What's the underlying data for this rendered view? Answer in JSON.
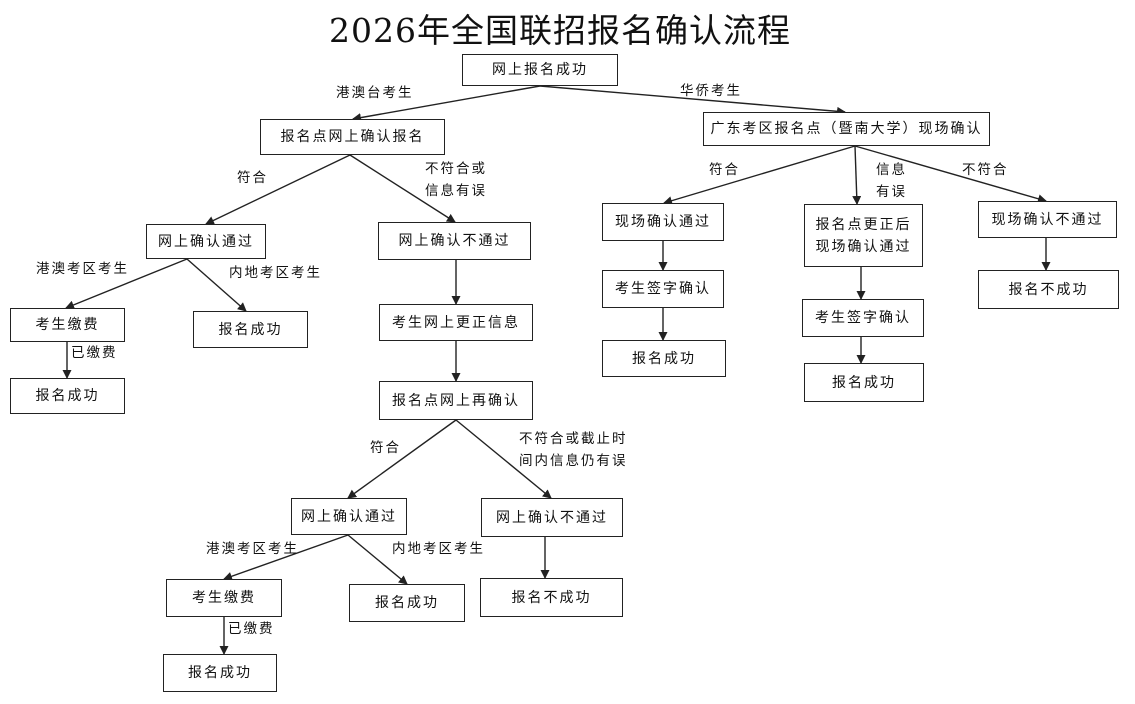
{
  "title": "2026年全国联招报名确认流程",
  "boxes": {
    "root": "网上报名成功",
    "online_confirm": "报名点网上确认报名",
    "gd_confirm": "广东考区报名点（暨南大学）现场确认",
    "pass1": "网上确认通过",
    "fail1": "网上确认不通过",
    "pay1": "考生缴费",
    "succ_mainland1": "报名成功",
    "succ_pay1": "报名成功",
    "correct": "考生网上更正信息",
    "reconfirm": "报名点网上再确认",
    "pass2": "网上确认通过",
    "fail2": "网上确认不通过",
    "pay2": "考生缴费",
    "succ_mainland2": "报名成功",
    "succ_pay2": "报名成功",
    "fail2_result": "报名不成功",
    "onsite_pass": "现场确认通过",
    "sign1": "考生签字确认",
    "succ_sign1": "报名成功",
    "fix_onsite": "报名点更正后\n现场确认通过",
    "sign2": "考生签字确认",
    "succ_sign2": "报名成功",
    "onsite_fail": "现场确认不通过",
    "onsite_fail_result": "报名不成功"
  },
  "labels": {
    "hk_mac_tw": "港澳台考生",
    "overseas": "华侨考生",
    "ok1": "符合",
    "not_ok1": "不符合或\n信息有误",
    "hk_mac1": "港澳考区考生",
    "mainland1": "内地考区考生",
    "paid1": "已缴费",
    "ok2": "符合",
    "not_ok2": "不符合或截止时\n间内信息仍有误",
    "hk_mac2": "港澳考区考生",
    "mainland2": "内地考区考生",
    "paid2": "已缴费",
    "ok3": "符合",
    "info_err": "信息\n有误",
    "not_ok3": "不符合"
  }
}
